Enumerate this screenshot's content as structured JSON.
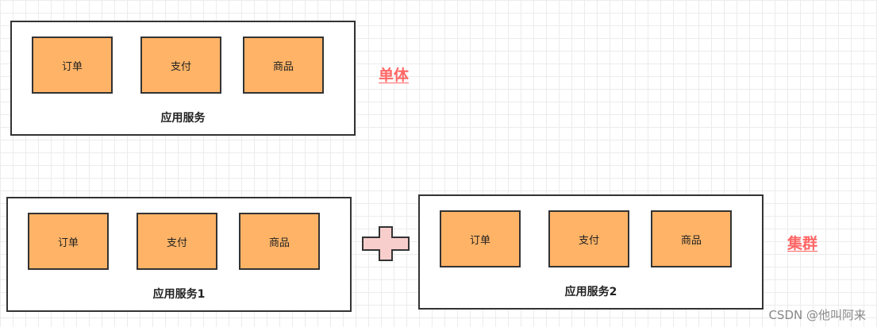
{
  "monolith": {
    "modules": [
      "订单",
      "支付",
      "商品"
    ],
    "service_label": "应用服务",
    "annotation": "单体"
  },
  "cluster": {
    "service1": {
      "modules": [
        "订单",
        "支付",
        "商品"
      ],
      "service_label": "应用服务1"
    },
    "service2": {
      "modules": [
        "订单",
        "支付",
        "商品"
      ],
      "service_label": "应用服务2"
    },
    "annotation": "集群"
  },
  "icons": {
    "plus": "plus-icon"
  },
  "colors": {
    "module_fill": "#ffb366",
    "border": "#333333",
    "annotation_text": "#ff6666",
    "plus_fill": "#f8cecc",
    "plus_stroke": "#333333"
  },
  "watermark": "CSDN @他叫阿来"
}
